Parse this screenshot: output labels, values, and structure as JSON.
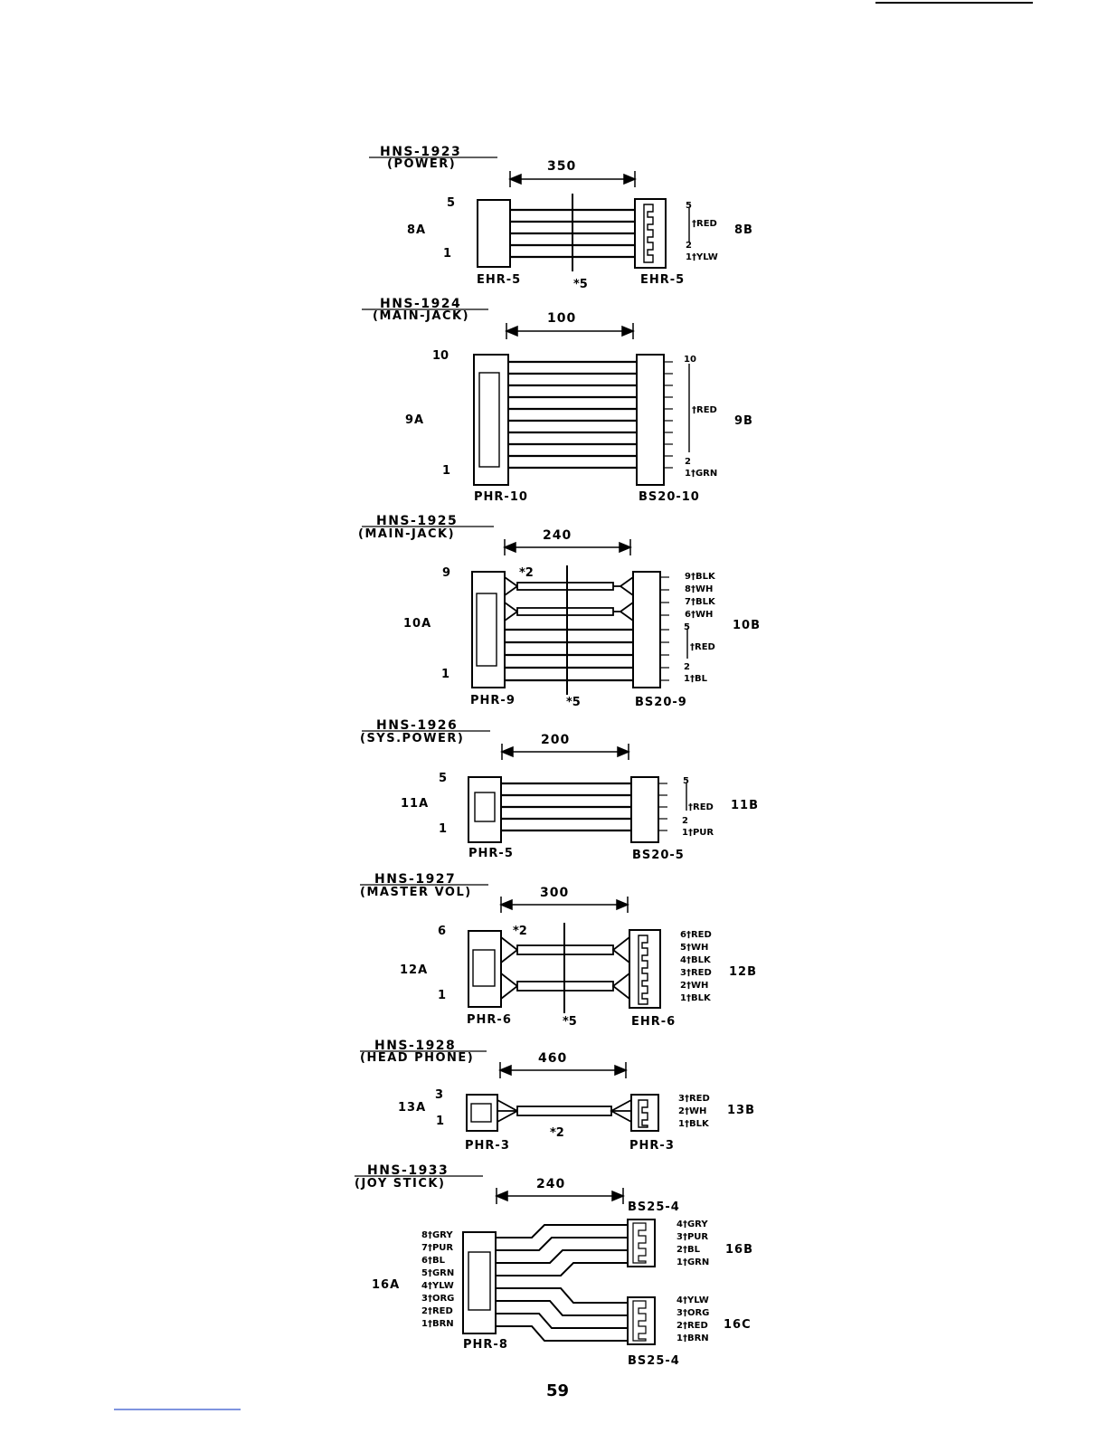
{
  "page_number": "59",
  "harnesses": [
    {
      "code": "HNS-1923",
      "subtitle": "(POWER)",
      "length": "350",
      "left_top_pin": "5",
      "left_bottom_pin": "1",
      "left_id": "8A",
      "right_id": "8B",
      "left_connector": "EHR-5",
      "right_connector": "EHR-5",
      "note": "*5",
      "right_labels": [
        "5",
        "†RED",
        "2",
        "1†YLW"
      ]
    },
    {
      "code": "HNS-1924",
      "subtitle": "(MAIN-JACK)",
      "length": "100",
      "left_top_pin": "10",
      "left_bottom_pin": "1",
      "left_id": "9A",
      "right_id": "9B",
      "left_connector": "PHR-10",
      "right_connector": "BS20-10",
      "note": "",
      "right_labels": [
        "10",
        "†RED",
        "2",
        "1†GRN"
      ]
    },
    {
      "code": "HNS-1925",
      "subtitle": "(MAIN-JACK)",
      "length": "240",
      "left_top_pin": "9",
      "left_bottom_pin": "1",
      "left_id": "10A",
      "right_id": "10B",
      "left_connector": "PHR-9",
      "right_connector": "BS20-9",
      "note": "*5",
      "note2": "*2",
      "right_labels": [
        "9†BLK",
        "8†WH",
        "7†BLK",
        "6†WH",
        "5",
        "†RED",
        "2",
        "1†BL"
      ]
    },
    {
      "code": "HNS-1926",
      "subtitle": "(SYS.POWER)",
      "length": "200",
      "left_top_pin": "5",
      "left_bottom_pin": "1",
      "left_id": "11A",
      "right_id": "11B",
      "left_connector": "PHR-5",
      "right_connector": "BS20-5",
      "note": "",
      "right_labels": [
        "5",
        "†RED",
        "2",
        "1†PUR"
      ]
    },
    {
      "code": "HNS-1927",
      "subtitle": "(MASTER VOL)",
      "length": "300",
      "left_top_pin": "6",
      "left_bottom_pin": "1",
      "left_id": "12A",
      "right_id": "12B",
      "left_connector": "PHR-6",
      "right_connector": "EHR-6",
      "note": "*5",
      "note2": "*2",
      "right_labels": [
        "6†RED",
        "5†WH",
        "4†BLK",
        "3†RED",
        "2†WH",
        "1†BLK"
      ]
    },
    {
      "code": "HNS-1928",
      "subtitle": "(HEAD PHONE)",
      "length": "460",
      "left_top_pin": "3",
      "left_bottom_pin": "1",
      "left_id": "13A",
      "right_id": "13B",
      "left_connector": "PHR-3",
      "right_connector": "PHR-3",
      "note": "*2",
      "right_labels": [
        "3†RED",
        "2†WH",
        "1†BLK"
      ]
    },
    {
      "code": "HNS-1933",
      "subtitle": "(JOY STICK)",
      "length": "240",
      "left_id": "16A",
      "right_id_top": "16B",
      "right_id_bottom": "16C",
      "left_connector": "PHR-8",
      "right_connector_top": "BS25-4",
      "right_connector_bottom": "BS25-4",
      "left_labels": [
        "8†GRY",
        "7†PUR",
        "6†BL",
        "5†GRN",
        "4†YLW",
        "3†ORG",
        "2†RED",
        "1†BRN"
      ],
      "right_labels_top": [
        "4†GRY",
        "3†PUR",
        "2†BL",
        "1†GRN"
      ],
      "right_labels_bottom": [
        "4†YLW",
        "3†ORG",
        "2†RED",
        "1†BRN"
      ]
    }
  ]
}
